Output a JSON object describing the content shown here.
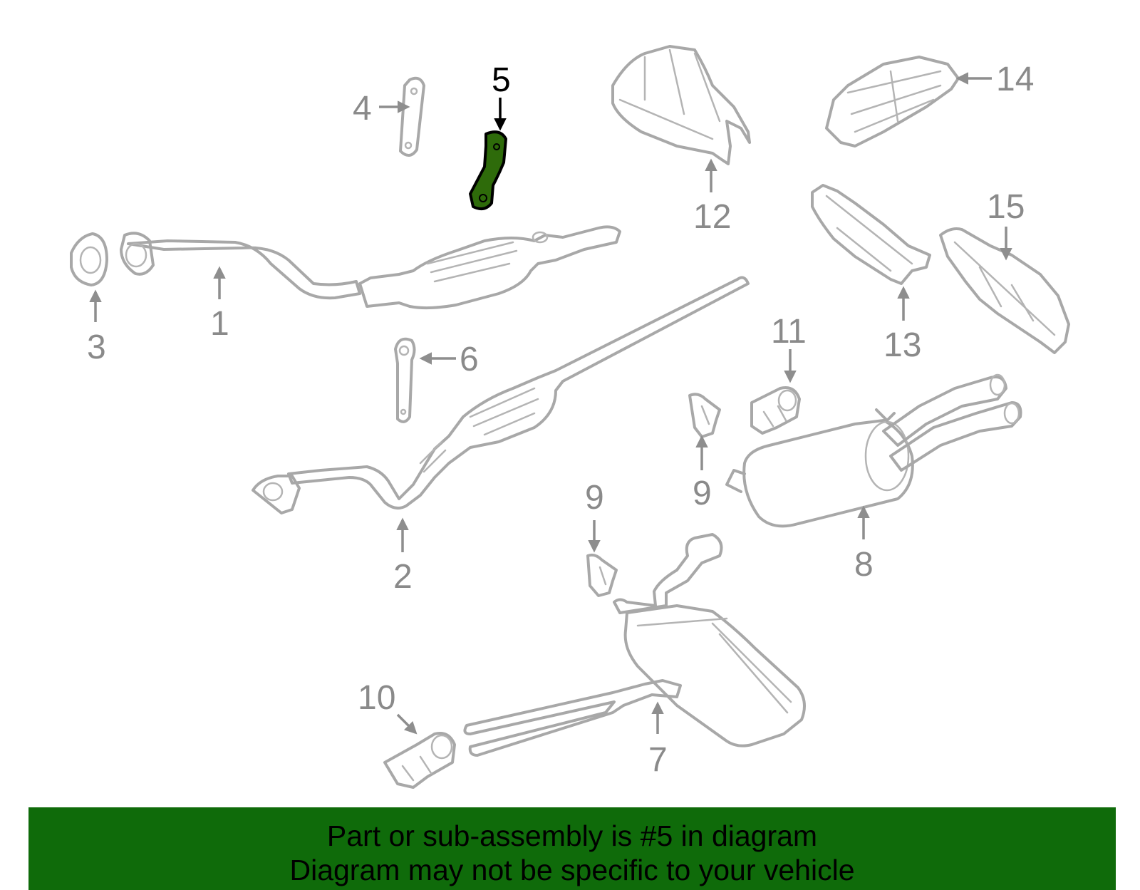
{
  "diagram": {
    "highlighted_part": "5",
    "highlight_color": "#2e6b0a",
    "callouts": [
      "1",
      "2",
      "3",
      "4",
      "5",
      "6",
      "7",
      "8",
      "9",
      "9",
      "10",
      "11",
      "12",
      "13",
      "14",
      "15"
    ]
  },
  "banner": {
    "background": "#0f6b0a",
    "line1": "Part or sub-assembly is #5 in diagram",
    "line2": "Diagram may not be specific to your vehicle"
  }
}
